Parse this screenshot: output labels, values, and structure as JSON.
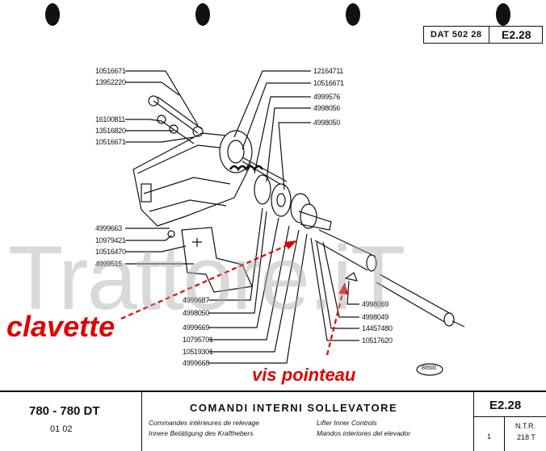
{
  "header": {
    "code": "DAT 502 28",
    "plate": "E2.28"
  },
  "left_part_numbers": [
    "10516671",
    "13952220",
    "16100811",
    "13516820",
    "10516671",
    "4999663",
    "10979421",
    "10516470",
    "4999515"
  ],
  "right_part_numbers": [
    "12164711",
    "10516671",
    "4999576",
    "4998056",
    "4998050"
  ],
  "bottom_part_numbers": [
    "4999687",
    "4998050",
    "4999669",
    "10795701",
    "10519301",
    "4999668"
  ],
  "shaft_part_numbers": [
    "4998069",
    "4998049",
    "14457480",
    "10517620"
  ],
  "stamp": "80500",
  "watermark": "Trattore.iT",
  "annotations": {
    "clavette": "clavette",
    "vis": "vis pointeau"
  },
  "colors": {
    "annotation": "#e00000",
    "watermark": "#aaaaaa",
    "line": "#111111"
  },
  "footer": {
    "model": "780 - 780 DT",
    "sub": "01   02",
    "title": "COMANDI  INTERNI  SOLLEVATORE",
    "fr": "Commandes intérieures de relevage",
    "de": "Innere Betätigung des Krafthebers",
    "en": "Lifter Inner Controls",
    "es": "Mandos interiores del elevador",
    "plate": "E2.28",
    "page": "1",
    "ntr": "N.T.R.",
    "ntr_code": "218 T"
  }
}
